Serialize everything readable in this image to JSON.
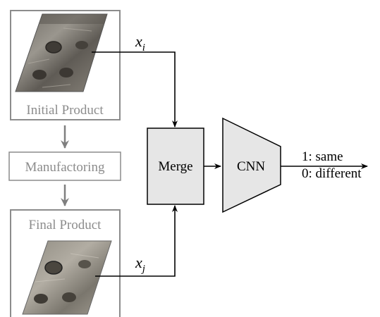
{
  "initial_box": {
    "label": "Initial Product"
  },
  "process_box": {
    "label": "Manufactoring"
  },
  "final_box": {
    "label": "Final Product"
  },
  "input_top": {
    "var": "x",
    "sub": "i"
  },
  "input_bottom": {
    "var": "x",
    "sub": "j"
  },
  "merge": {
    "label": "Merge"
  },
  "cnn": {
    "label": "CNN"
  },
  "output": {
    "line1": "1: same",
    "line2": "0: different"
  },
  "colors": {
    "box_border": "#8c8c8c",
    "box_text": "#8c8c8c",
    "block_fill": "#e6e6e6",
    "stroke": "#000000",
    "arrow_gray": "#7f7f7f"
  }
}
